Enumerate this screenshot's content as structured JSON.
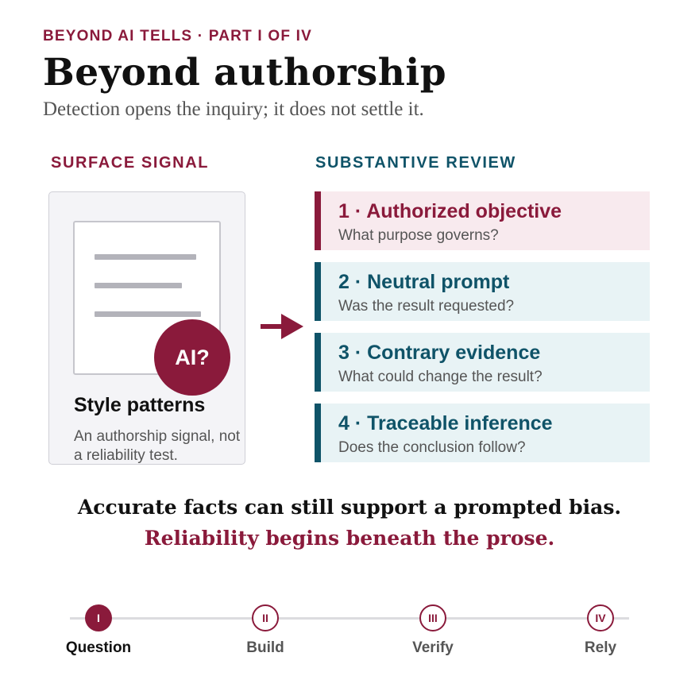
{
  "header": {
    "kicker": "BEYOND AI TELLS · PART I OF IV",
    "title": "Beyond authorship",
    "subtitle": "Detection opens the inquiry; it does not settle it."
  },
  "surface": {
    "section_label": "SURFACE SIGNAL",
    "badge": "AI?",
    "card_title": "Style patterns",
    "card_desc": "An authorship signal, not a reliability test."
  },
  "review": {
    "section_label": "SUBSTANTIVE REVIEW",
    "steps": [
      {
        "title": "1 · Authorized objective",
        "question": "What purpose governs?",
        "color": "#8a1a3b"
      },
      {
        "title": "2 · Neutral prompt",
        "question": "Was the result requested?",
        "color": "#0f5368"
      },
      {
        "title": "3 · Contrary evidence",
        "question": "What could change the result?",
        "color": "#0f5368"
      },
      {
        "title": "4 · Traceable inference",
        "question": "Does the conclusion follow?",
        "color": "#0f5368"
      }
    ]
  },
  "conclusion": {
    "line1": "Accurate facts can still support a prompted bias.",
    "line2": "Reliability begins beneath the prose."
  },
  "progress": {
    "current_index": 0,
    "nodes": [
      {
        "numeral": "I",
        "label": "Question"
      },
      {
        "numeral": "II",
        "label": "Build"
      },
      {
        "numeral": "III",
        "label": "Verify"
      },
      {
        "numeral": "IV",
        "label": "Rely"
      }
    ]
  },
  "colors": {
    "accent": "#8a1a3b",
    "teal": "#0f5368"
  }
}
